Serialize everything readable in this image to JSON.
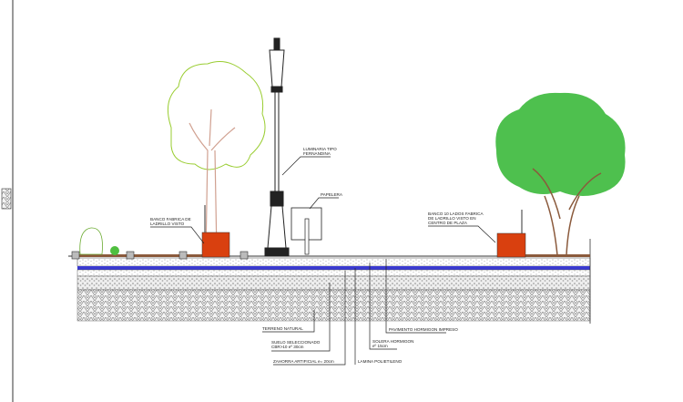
{
  "labels": {
    "banco_left": [
      "BANCO FABRICA DE",
      "LADRILLO VISTO"
    ],
    "luminaria": [
      "LUMINARIA TIPO",
      "FERNANDINA"
    ],
    "papelera": "PAPELERA",
    "banco_right": [
      "BANCO 10 LADOS FABRICA",
      "DE LADRILLO VISTO EN",
      "CENTRO DE PLAZA"
    ],
    "terreno": "TERRENO NATURAL",
    "suelo": [
      "SUELO SELECCIONADO",
      "CBR>10 eº 30cm"
    ],
    "zahorra": "ZAHORRA ARTIFICIAL e= 20cm",
    "lamina": "LAMINA POLIETILENO",
    "solera": [
      "SOLERA HORMIGON",
      "eº 15cm"
    ],
    "pavimento": "PAVIMENTO HORMIGON IMPRESO"
  },
  "colors": {
    "planter": "#d9400f",
    "membrane": "#3a3ad0",
    "tree_outline": "#9acd32",
    "foliage": "#2fb52f",
    "trunk": "#8b5a3c"
  }
}
